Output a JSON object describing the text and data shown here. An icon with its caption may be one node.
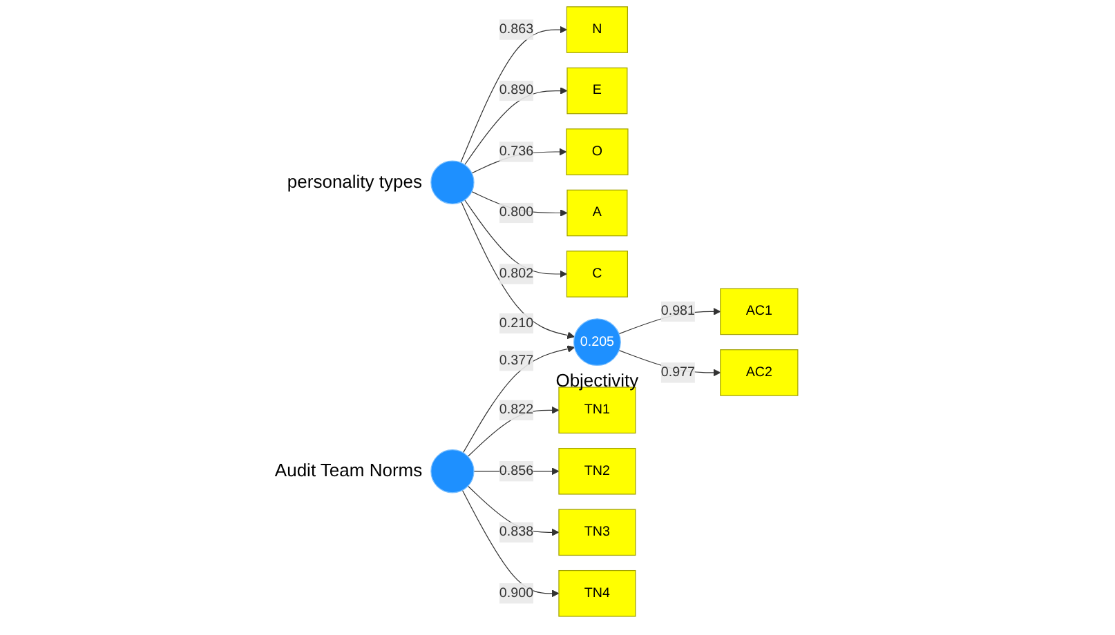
{
  "diagram": {
    "nodes": [
      {
        "text": [
          "N"
        ]
      },
      {
        "text": [
          "E"
        ]
      },
      {
        "text": [
          "O"
        ]
      },
      {
        "text": [
          "A"
        ]
      },
      {
        "text": [
          "C"
        ]
      },
      {
        "text": [],
        "shape": "circle",
        "beside": [
          "personality types"
        ]
      },
      {
        "text": [
          "0.205"
        ],
        "beside": [
          "Objectivity"
        ]
      },
      {
        "text": [
          "AC1"
        ]
      },
      {
        "text": [
          "AC2"
        ]
      },
      {
        "text": [
          "TN1"
        ]
      },
      {
        "text": [
          "TN2"
        ]
      },
      {
        "text": [
          "TN3"
        ]
      },
      {
        "text": [
          "TN4"
        ]
      },
      {
        "text": [],
        "shape": "circle",
        "beside": [
          "Audit Team Norms"
        ]
      }
    ],
    "edges": [
      {
        "from": 5,
        "to": 0,
        "arrow": "to",
        "label": "0.863"
      },
      {
        "from": 5,
        "to": 1,
        "arrow": "to",
        "label": "0.890"
      },
      {
        "from": 5,
        "to": 2,
        "arrow": "to",
        "label": "0.736"
      },
      {
        "from": 5,
        "to": 3,
        "arrow": "to",
        "label": "0.800"
      },
      {
        "from": 5,
        "to": 4,
        "arrow": "to",
        "label": "0.802"
      },
      {
        "from": 5,
        "to": 6,
        "arrow": "to",
        "label": "0.210"
      },
      {
        "from": 13,
        "to": 6,
        "arrow": "to",
        "label": "0.377"
      },
      {
        "from": 6,
        "to": 7,
        "arrow": "to",
        "label": "0.981"
      },
      {
        "from": 6,
        "to": 8,
        "arrow": "to",
        "label": "0.977"
      },
      {
        "from": 13,
        "to": 9,
        "arrow": "to",
        "label": "0.822"
      },
      {
        "from": 13,
        "to": 10,
        "arrow": "to",
        "label": "0.856"
      },
      {
        "from": 13,
        "to": 11,
        "arrow": "to",
        "label": "0.838"
      },
      {
        "from": 13,
        "to": 12,
        "arrow": "to",
        "label": "0.900"
      }
    ]
  }
}
